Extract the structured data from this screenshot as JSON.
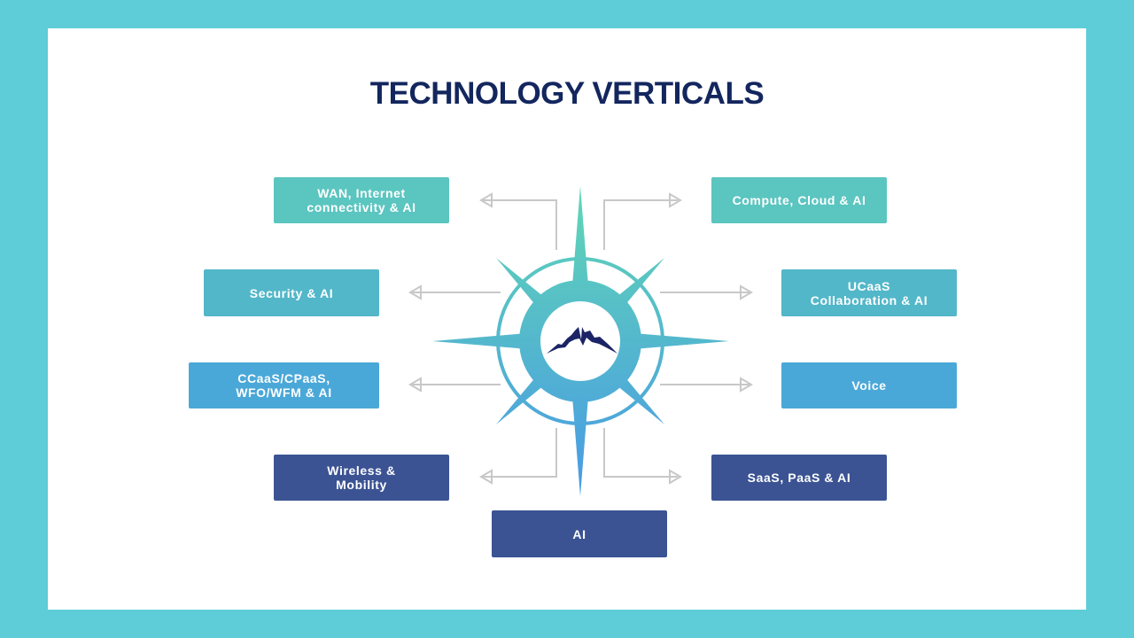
{
  "title": "TECHNOLOGY VERTICALS",
  "verticals": {
    "wan": "WAN, Internet\nconnectivity & AI",
    "compute": "Compute, Cloud & AI",
    "security": "Security & AI",
    "ucaas": "UCaaS\nCollaboration & AI",
    "ccaas": "CCaaS/CPaaS,\nWFO/WFM & AI",
    "voice": "Voice",
    "wireless": "Wireless &\nMobility",
    "saas": "SaaS, PaaS & AI",
    "ai": "AI"
  },
  "colors": {
    "background": "#5ecdd8",
    "title": "#13265e",
    "teal": "#5bc5c0",
    "aqua": "#52b7c9",
    "blue": "#4aa8d8",
    "navy": "#3b5393"
  }
}
